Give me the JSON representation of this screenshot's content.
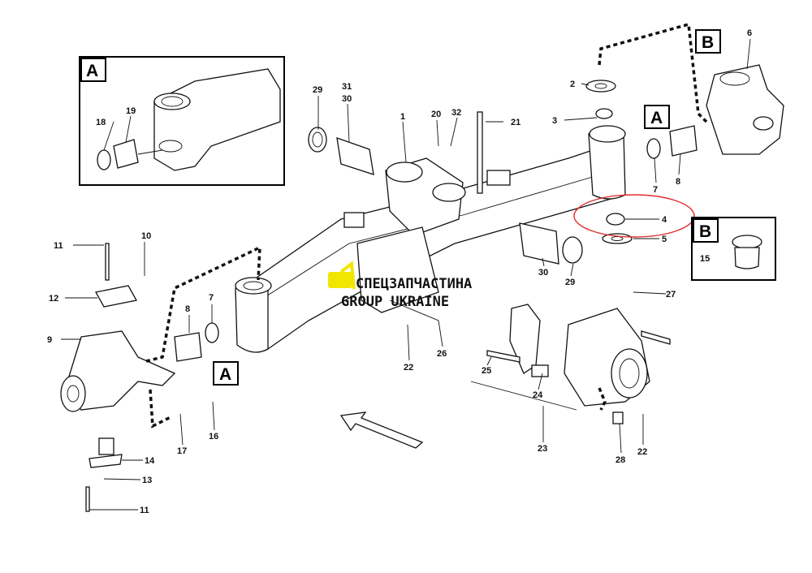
{
  "diagram": {
    "inset_labels": {
      "a_top": "A",
      "b_top": "B",
      "b_inset": "B",
      "a_right": "A",
      "a_bottom": "A"
    },
    "callouts": [
      "18",
      "19",
      "29",
      "31",
      "30",
      "1",
      "20",
      "32",
      "21",
      "2",
      "3",
      "6",
      "7",
      "8",
      "4",
      "5",
      "15",
      "11",
      "10",
      "12",
      "7",
      "8",
      "9",
      "22",
      "26",
      "30",
      "29",
      "27",
      "25",
      "24",
      "23",
      "28",
      "22",
      "17",
      "16",
      "14",
      "13",
      "11"
    ],
    "highlight_color": "#e03030",
    "watermark": {
      "line1": "СПЕЦЗАПЧАСТИНА",
      "line2": "GROUP UKRAINE",
      "logo_color": "#f2e600"
    },
    "direction_arrow": "arrow-forward-icon"
  }
}
